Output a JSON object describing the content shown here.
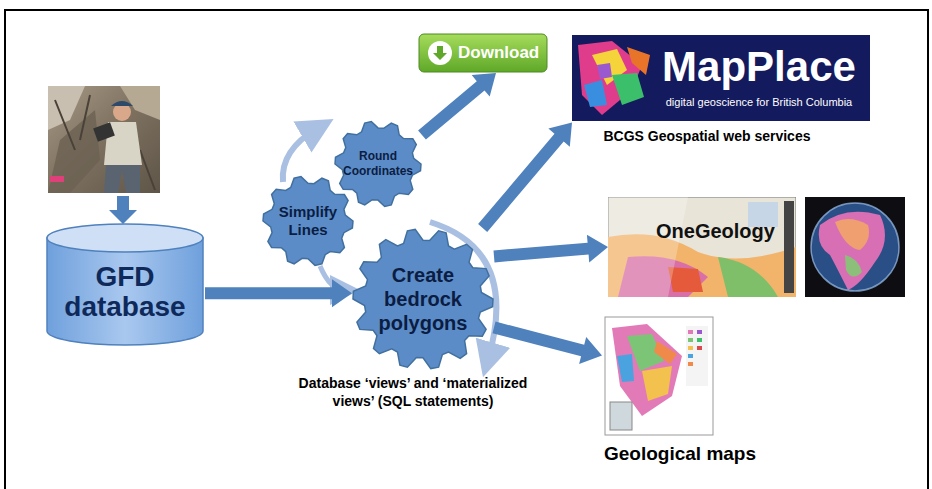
{
  "diagram": {
    "nodes": [
      {
        "text": [
          "GFD database"
        ]
      },
      {
        "text": [
          "Simplify Lines"
        ]
      },
      {
        "text": [
          "Round Coordinates"
        ]
      },
      {
        "text": [
          "Create bedrock polygons"
        ]
      },
      {
        "text": [
          "Download"
        ]
      },
      {
        "text": [
          "MapPlace",
          "digital geoscience for British Columbia",
          "BCGS Geospatial web services"
        ]
      },
      {
        "text": [
          "OneGeology"
        ]
      },
      {
        "text": [
          "Geological maps"
        ]
      }
    ],
    "edges": [
      {
        "from": 0,
        "to": 3,
        "arrow": "to"
      },
      {
        "from": 2,
        "to": 4,
        "arrow": "to"
      },
      {
        "from": 3,
        "to": 5,
        "arrow": "to"
      },
      {
        "from": 3,
        "to": 6,
        "arrow": "to"
      },
      {
        "from": 3,
        "to": 7,
        "arrow": "to"
      }
    ],
    "labels": [
      "Database ‘views’ and ‘materialized views’ (SQL statements)"
    ]
  }
}
